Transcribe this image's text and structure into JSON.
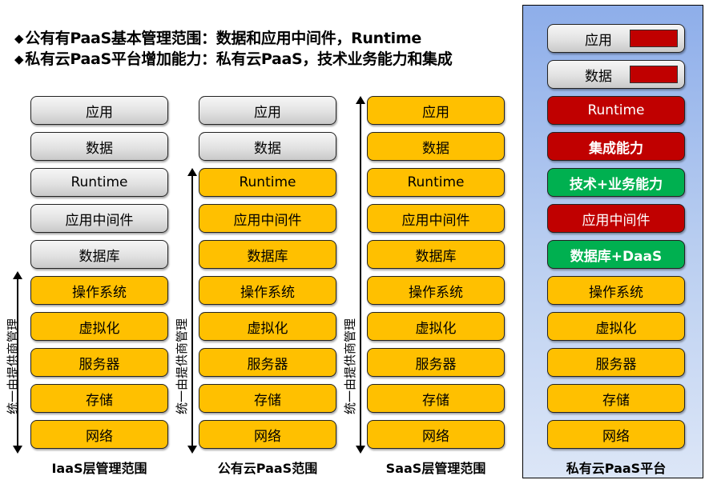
{
  "headlines": [
    {
      "bullet": "◆",
      "text": "公有有PaaS基本管理范围：数据和应用中间件，Runtime"
    },
    {
      "bullet": "◆",
      "text": "私有云PaaS平台增加能力：私有云PaaS，技术业务能力和集成"
    }
  ],
  "side_label": "统一由提供商管理",
  "colors": {
    "provider_managed": "#ffc000",
    "user_managed": "#d9d9d9",
    "private_added_red": "#c00000",
    "private_added_green": "#00b050",
    "panel_bg": "#a8c1ee"
  },
  "columns": [
    {
      "title": "IaaS层管理范围",
      "layers": [
        "应用",
        "数据",
        "Runtime",
        "应用中间件",
        "数据库",
        "操作系统",
        "虚拟化",
        "服务器",
        "存储",
        "网络"
      ],
      "styles": [
        "gray",
        "gray",
        "gray",
        "gray",
        "gray",
        "yellow",
        "yellow",
        "yellow",
        "yellow",
        "yellow"
      ]
    },
    {
      "title": "公有云PaaS范围",
      "layers": [
        "应用",
        "数据",
        "Runtime",
        "应用中间件",
        "数据库",
        "操作系统",
        "虚拟化",
        "服务器",
        "存储",
        "网络"
      ],
      "styles": [
        "gray",
        "gray",
        "yellow",
        "yellow",
        "yellow",
        "yellow",
        "yellow",
        "yellow",
        "yellow",
        "yellow"
      ]
    },
    {
      "title": "SaaS层管理范围",
      "layers": [
        "应用",
        "数据",
        "Runtime",
        "应用中间件",
        "数据库",
        "操作系统",
        "虚拟化",
        "服务器",
        "存储",
        "网络"
      ],
      "styles": [
        "yellow",
        "yellow",
        "yellow",
        "yellow",
        "yellow",
        "yellow",
        "yellow",
        "yellow",
        "yellow",
        "yellow"
      ]
    },
    {
      "title": "私有云PaaS平台",
      "layers": [
        "应用",
        "数据",
        "Runtime",
        "集成能力",
        "技术+业务能力",
        "应用中间件",
        "数据库+DaaS",
        "操作系统",
        "虚拟化",
        "服务器",
        "存储",
        "网络"
      ],
      "styles": [
        "gray-swatch",
        "gray-swatch",
        "red",
        "red-bold",
        "green-bold",
        "red",
        "green-bold",
        "yellow",
        "yellow",
        "yellow",
        "yellow",
        "yellow"
      ]
    }
  ]
}
